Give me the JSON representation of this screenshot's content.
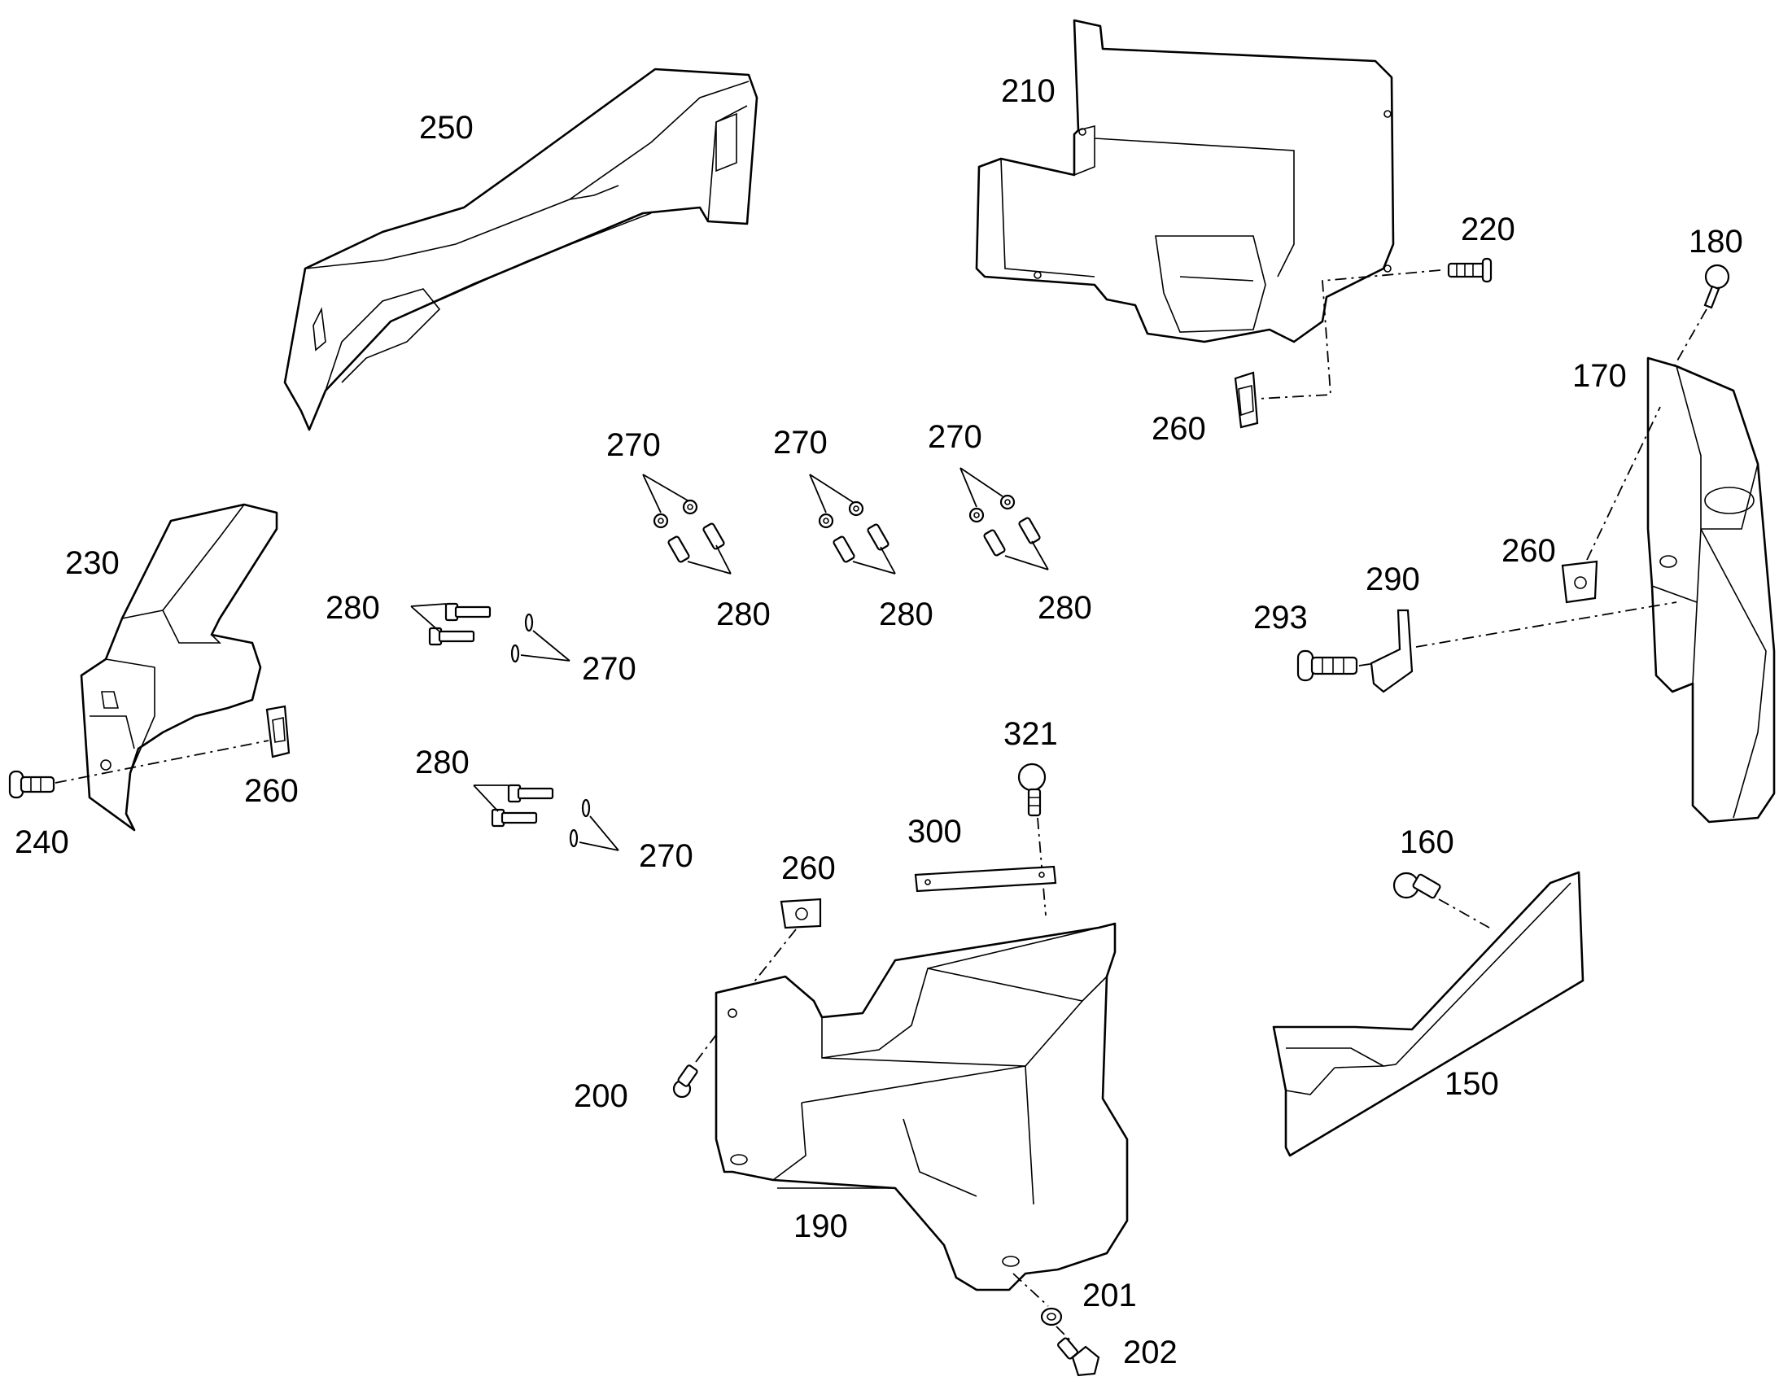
{
  "callouts": {
    "c250": "250",
    "c210": "210",
    "c220": "220",
    "c180": "180",
    "c170": "170",
    "c260_top": "260",
    "c260_right": "260",
    "c270_a": "270",
    "c270_b": "270",
    "c270_c": "270",
    "c280_a": "280",
    "c280_b": "280",
    "c280_c": "280",
    "c230": "230",
    "c280_left1": "280",
    "c270_left1": "270",
    "c260_left": "260",
    "c240": "240",
    "c280_left2": "280",
    "c270_left2": "270",
    "c293": "293",
    "c290": "290",
    "c321": "321",
    "c300": "300",
    "c260_mid": "260",
    "c160": "160",
    "c200": "200",
    "c150": "150",
    "c190": "190",
    "c201": "201",
    "c202": "202"
  }
}
